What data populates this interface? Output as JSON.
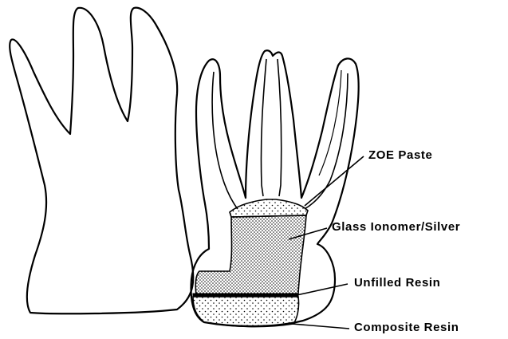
{
  "labels": {
    "zoe_paste": "ZOE Paste",
    "glass_ionomer_silver": "Glass Ionomer/Silver",
    "unfilled_resin": "Unfilled Resin",
    "composite_resin": "Composite Resin"
  },
  "colors": {
    "line": "#000000",
    "background": "#ffffff",
    "stipple": "#000000"
  }
}
